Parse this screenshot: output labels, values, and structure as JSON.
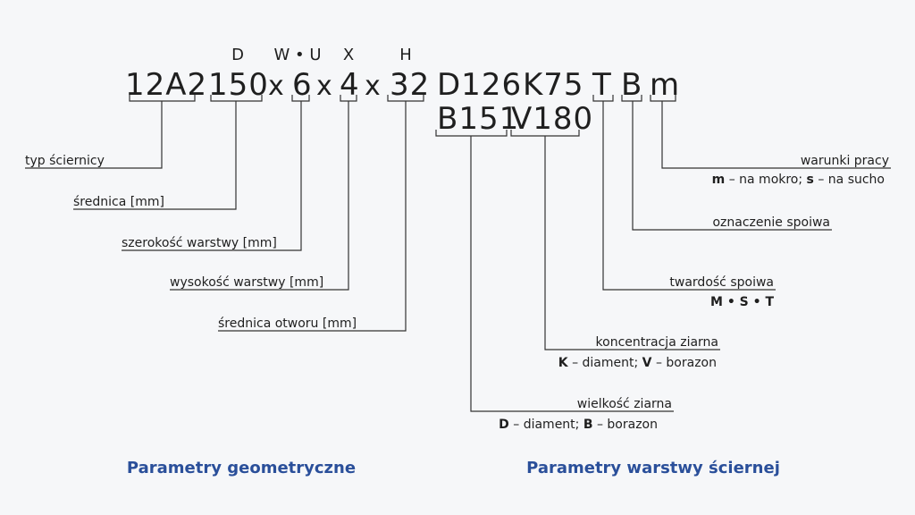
{
  "code": {
    "type": "12A2",
    "diameter": "150",
    "width": "6",
    "height": "4",
    "bore": "32",
    "grain1": "D126",
    "grain2": "B151",
    "conc1": "K75",
    "conc2": "V180",
    "hardness": "T",
    "bond": "B",
    "work": "m",
    "sep": "x"
  },
  "symbols": {
    "D": "D",
    "WU": "W • U",
    "X": "X",
    "H": "H"
  },
  "labels": {
    "type": "typ ściernicy",
    "diameter": "średnica [mm]",
    "width": "szerokość warstwy [mm]",
    "height": "wysokość warstwy [mm]",
    "bore": "średnica otworu [mm]",
    "work_title": "warunki pracy",
    "work_m": "m",
    "work_m_text": " – na mokro; ",
    "work_s": "s",
    "work_s_text": " – na sucho",
    "bond": "oznaczenie spoiwa",
    "hardness_title": "twardość spoiwa",
    "hardness_values": "M • S • T",
    "conc_title": "koncentracja ziarna",
    "conc_k": "K",
    "conc_k_text": " – diament; ",
    "conc_v": "V",
    "conc_v_text": " – borazon",
    "grain_title": "wielkość ziarna",
    "grain_d": "D",
    "grain_d_text": " – diament; ",
    "grain_b": "B",
    "grain_b_text": " – borazon"
  },
  "footer": {
    "geometric": "Parametry geometryczne",
    "layer": "Parametry warstwy ściernej"
  }
}
